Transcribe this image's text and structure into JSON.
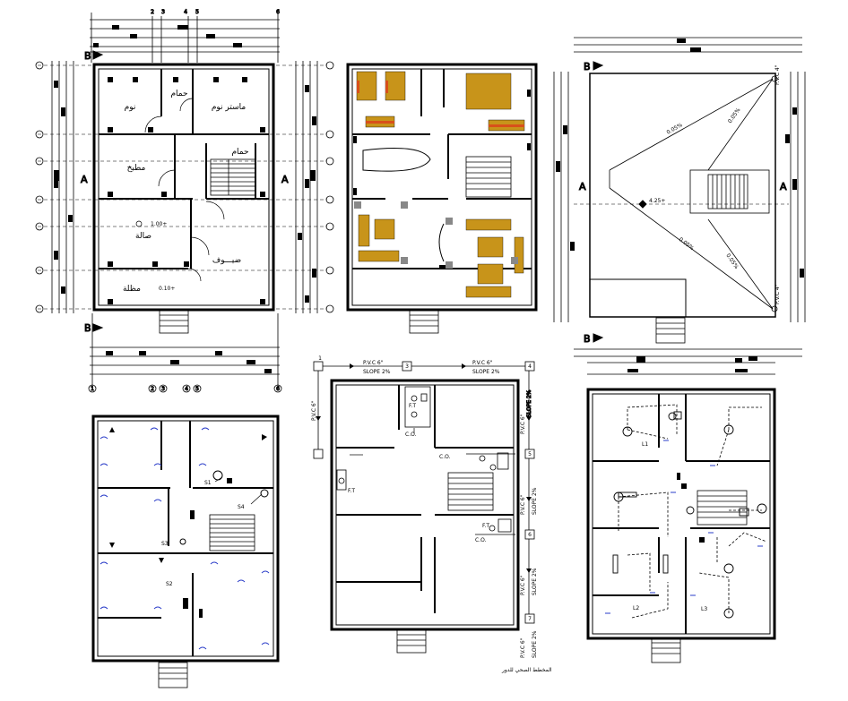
{
  "grid_top": [
    "2",
    "3",
    "4",
    "5",
    "6"
  ],
  "grid_bottom": [
    "1",
    "2",
    "3",
    "4",
    "5",
    "6"
  ],
  "section_marks": {
    "a": "A",
    "b": "B"
  },
  "ground_plan": {
    "rooms": {
      "bedroom": "نوم",
      "bath1": "حمام",
      "master": "ماستر نوم",
      "kitchen": "مطبخ",
      "bath2": "حمام",
      "hall": "صالة",
      "guest": "ضيـــوف",
      "entrance": "مظلة"
    },
    "levels": {
      "hall": "1.00+",
      "entrance": "0.10+"
    }
  },
  "roof_plan": {
    "slopes": [
      "0.05%",
      "0.05%",
      "0.05%",
      "0.05%"
    ],
    "level": "4.25+",
    "pipe": "P.V.C 4\""
  },
  "switch_plan": {
    "labels": [
      "S1",
      "S4",
      "S3",
      "S2"
    ]
  },
  "drainage_plan": {
    "grid": [
      "1",
      "3",
      "4",
      "5",
      "6",
      "7"
    ],
    "pipe": "P.V.C 6\"",
    "slope": "SLOPE 2%",
    "fitting_labels": [
      "F.T",
      "C.O.",
      "C.O.",
      "F.T",
      "F.T",
      "C.O."
    ],
    "caption": "المخطط الصحي للدور"
  },
  "lighting_plan": {
    "labels": [
      "L1",
      "L2",
      "L3"
    ]
  },
  "colors": {
    "line": "#000000",
    "furniture": "#c8941a",
    "accent": "#d8501a",
    "fixture": "#2a3cc8"
  }
}
